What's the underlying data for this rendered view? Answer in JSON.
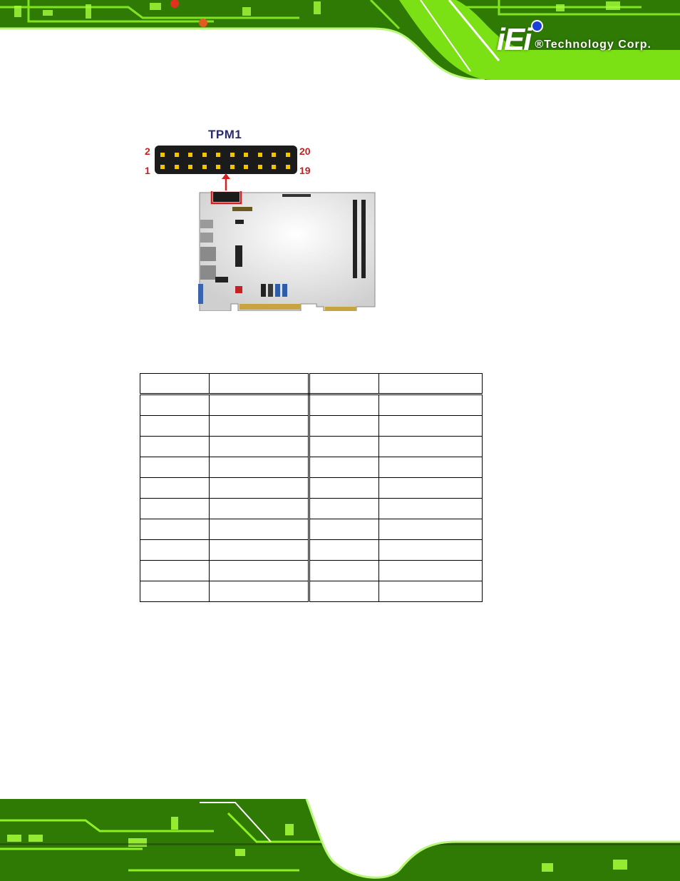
{
  "header": {
    "logo_mark": "iEi",
    "logo_text": "®Technology Corp."
  },
  "figure": {
    "connector_label": "TPM1",
    "pin_labels": {
      "top_left": "2",
      "top_right": "20",
      "bottom_left": "1",
      "bottom_right": "19"
    },
    "highlight_color": "#d42020",
    "pin_color": "#f2c500"
  },
  "table": {
    "columns": 4,
    "rows": [
      [
        "",
        "",
        "",
        ""
      ],
      [
        "",
        "",
        "",
        ""
      ],
      [
        "",
        "",
        "",
        ""
      ],
      [
        "",
        "",
        "",
        ""
      ],
      [
        "",
        "",
        "",
        ""
      ],
      [
        "",
        "",
        "",
        ""
      ],
      [
        "",
        "",
        "",
        ""
      ],
      [
        "",
        "",
        "",
        ""
      ],
      [
        "",
        "",
        "",
        ""
      ],
      [
        "",
        "",
        "",
        ""
      ],
      [
        "",
        "",
        "",
        ""
      ]
    ]
  },
  "colors": {
    "pcb_green": "#7be014",
    "pcb_dark": "#1f4a06",
    "board_gray": "#d9d9d9"
  }
}
